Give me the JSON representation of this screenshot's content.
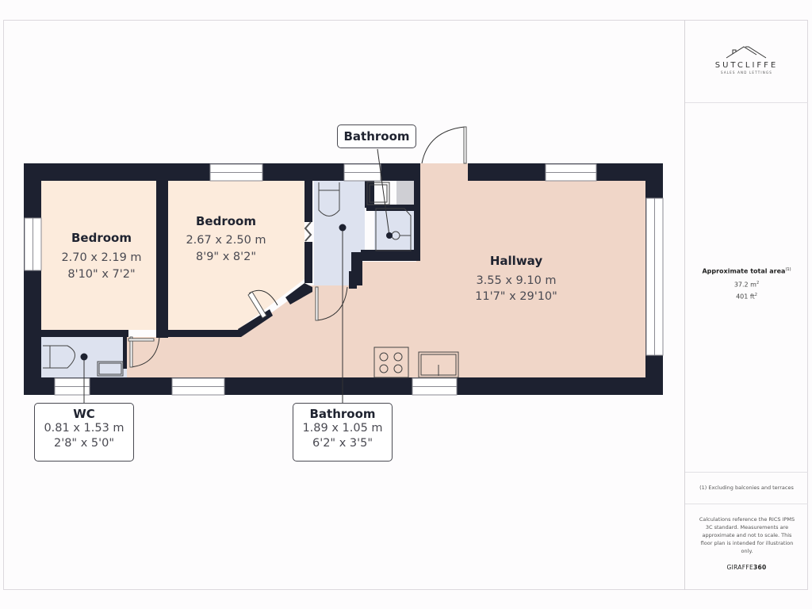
{
  "colors": {
    "wall": "#1d2130",
    "bedroom_fill": "#fcebdc",
    "hallway_fill": "#f0d6c8",
    "bathroom_fill": "#dde2ef",
    "window_fill": "#ffffff",
    "line": "#4a4a52"
  },
  "rooms": [
    {
      "id": "bedroom-1",
      "name": "Bedroom",
      "metric": "2.70 x 2.19 m",
      "imperial": "8'10\" x 7'2\""
    },
    {
      "id": "bedroom-2",
      "name": "Bedroom",
      "metric": "2.67 x 2.50 m",
      "imperial": "8'9\" x 8'2\""
    },
    {
      "id": "hallway",
      "name": "Hallway",
      "metric": "3.55 x 9.10 m",
      "imperial": "11'7\" x 29'10\""
    }
  ],
  "callouts": {
    "bathroom_top": {
      "name": "Bathroom"
    },
    "wc": {
      "name": "WC",
      "metric": "0.81 x 1.53 m",
      "imperial": "2'8\" x 5'0\""
    },
    "bathroom_bottom": {
      "name": "Bathroom",
      "metric": "1.89 x 1.05 m",
      "imperial": "6'2\" x 3'5\""
    }
  },
  "sidebar": {
    "logo": {
      "name": "SUTCLIFFE",
      "tagline": "SALES AND LETTINGS"
    },
    "area": {
      "title": "Approximate total area",
      "footnote_mark": "(1)",
      "metric": "37.2 m",
      "metric_unit_sup": "2",
      "imperial": "401 ft",
      "imperial_unit_sup": "2"
    },
    "footnote": "(1) Excluding balconies and terraces",
    "disclaimer": "Calculations reference the RICS IPMS 3C standard. Measurements are approximate and not to scale. This floor plan is intended for illustration only.",
    "brand": {
      "prefix": "GIRAFFE",
      "suffix": "360"
    }
  }
}
